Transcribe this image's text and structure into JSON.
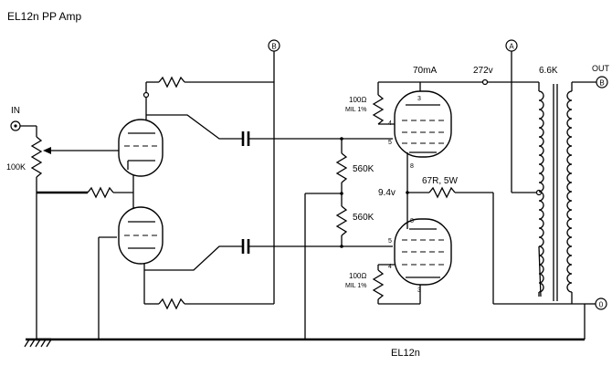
{
  "title": "EL12n PP Amp",
  "footer_label": "EL12n",
  "nodes": {
    "b": "B",
    "a": "A",
    "zero": "0"
  },
  "labels": {
    "in": "IN",
    "out": "OUT",
    "pot": "100K",
    "current": "70mA",
    "plate_voltage": "272v",
    "impedance": "6.6K",
    "r_grid_top": "560K",
    "r_grid_bottom": "560K",
    "cathode_voltage": "9.4v",
    "cathode_resistor": "67R, 5W",
    "r_g2_top": "100Ω",
    "r_g2_top_note": "MIL 1%",
    "r_g2_bottom": "100Ω",
    "r_g2_bottom_note": "MIL 1%"
  },
  "pins": {
    "top_3": "3",
    "top_4": "4",
    "top_5": "5",
    "top_8": "8",
    "bot_8": "8",
    "bot_5": "5",
    "bot_4": "4",
    "bot_3": "3"
  }
}
